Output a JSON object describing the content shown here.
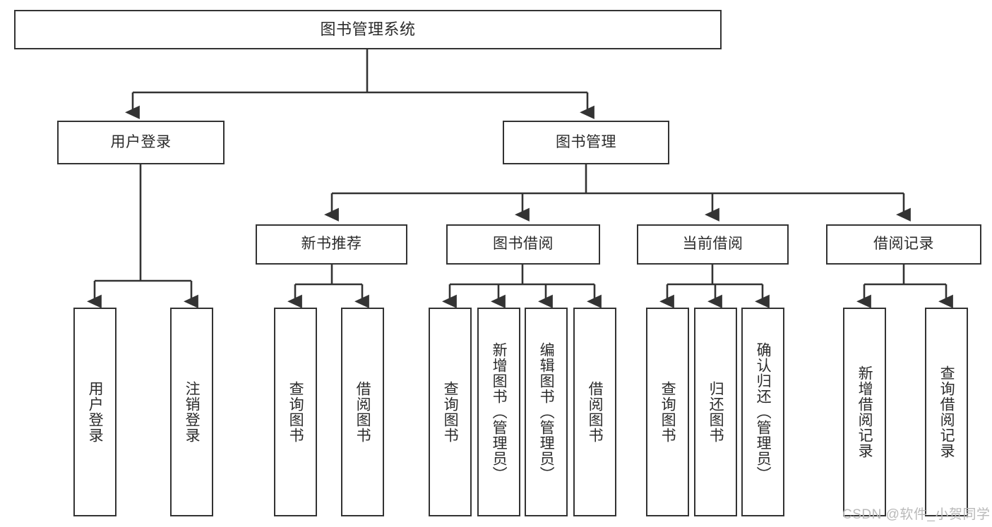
{
  "diagram": {
    "title": "图书管理系统",
    "type": "tree-hierarchy-diagram",
    "colors": {
      "box_border": "#333333",
      "box_fill": "#ffffff",
      "connector": "#333333",
      "text": "#2b2b2b",
      "watermark": "#b9b9b9",
      "background": "#ffffff"
    },
    "root": {
      "label": "图书管理系统"
    },
    "level2": [
      {
        "label": "用户登录"
      },
      {
        "label": "图书管理"
      }
    ],
    "level3": [
      {
        "label": "新书推荐"
      },
      {
        "label": "图书借阅"
      },
      {
        "label": "当前借阅"
      },
      {
        "label": "借阅记录"
      }
    ],
    "leaves": {
      "user_login": [
        {
          "label": "用户登录"
        },
        {
          "label": "注销登录"
        }
      ],
      "new_book_recommend": [
        {
          "label": "查询图书"
        },
        {
          "label": "借阅图书"
        }
      ],
      "book_borrow": [
        {
          "label": "查询图书"
        },
        {
          "label": "新增图书（管理员）"
        },
        {
          "label": "编辑图书（管理员）"
        },
        {
          "label": "借阅图书"
        }
      ],
      "current_borrow": [
        {
          "label": "查询图书"
        },
        {
          "label": "归还图书"
        },
        {
          "label": "确认归还（管理员）"
        }
      ],
      "borrow_records": [
        {
          "label": "新增借阅记录"
        },
        {
          "label": "查询借阅记录"
        }
      ]
    },
    "watermark": "CSDN @软件_小贺同学"
  }
}
